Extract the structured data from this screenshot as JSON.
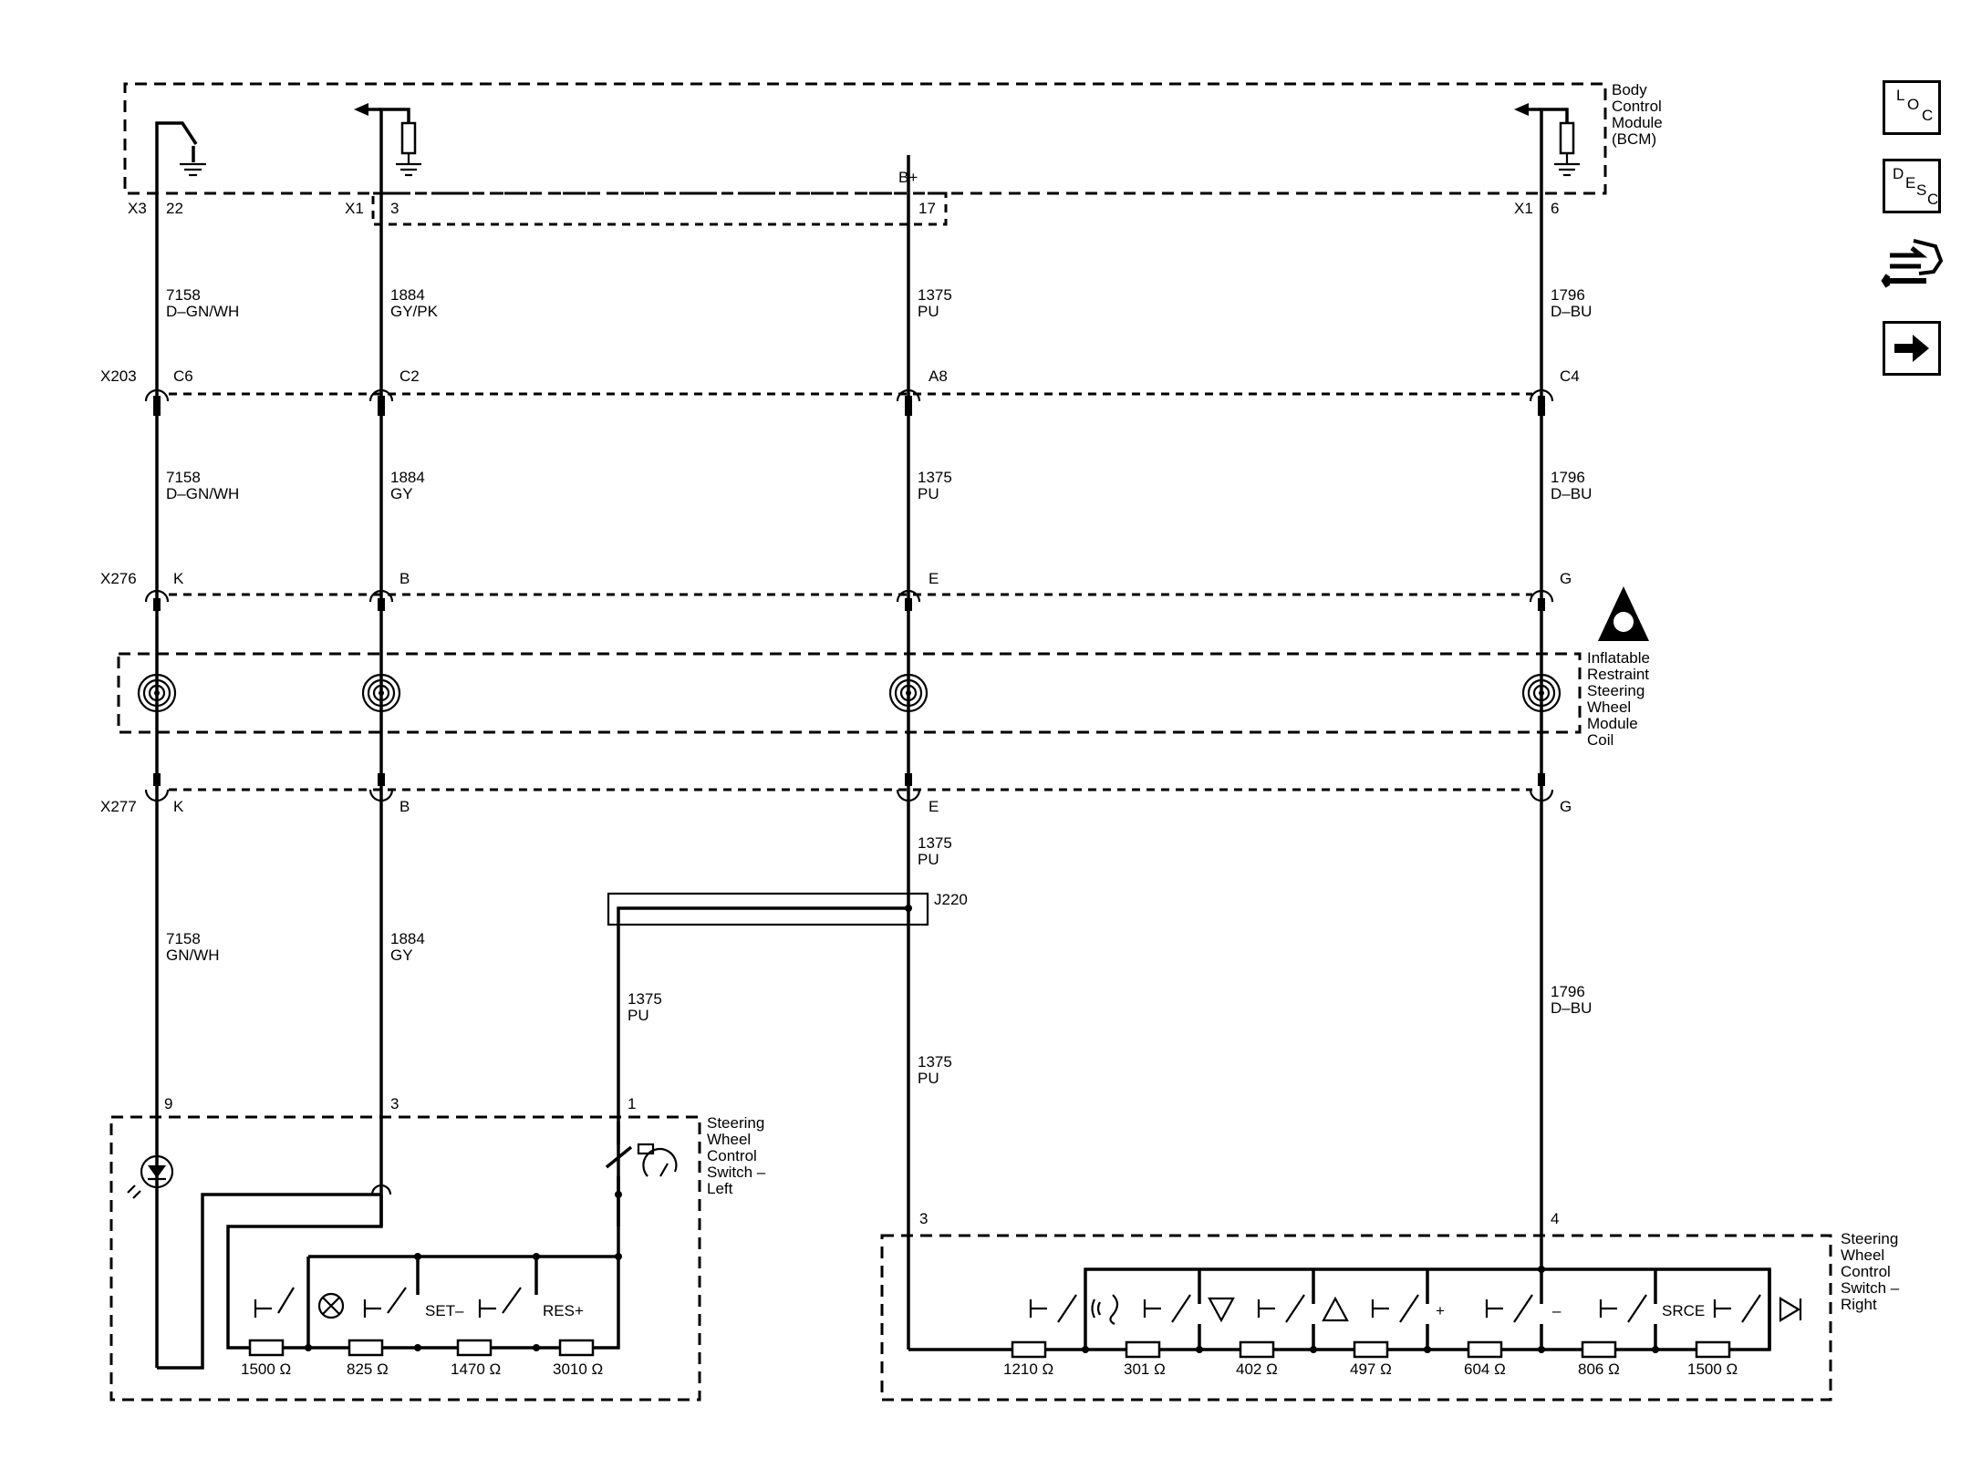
{
  "modules": {
    "bcm": [
      "Body",
      "Control",
      "Module",
      "(BCM)"
    ],
    "coil": [
      "Inflatable",
      "Restraint",
      "Steering",
      "Wheel",
      "Module",
      "Coil"
    ],
    "left_switch": [
      "Steering",
      "Wheel",
      "Control",
      "Switch –",
      "Left"
    ],
    "right_switch": [
      "Steering",
      "Wheel",
      "Control",
      "Switch –",
      "Right"
    ]
  },
  "bcm_pins": {
    "x3": "X3",
    "p22": "22",
    "x1a": "X1",
    "p3": "3",
    "bplus": "B+",
    "p17": "17",
    "x1b": "X1",
    "p6": "6"
  },
  "connectors": {
    "x203": {
      "name": "X203",
      "c6": "C6",
      "c2": "C2",
      "a8": "A8",
      "c4": "C4"
    },
    "x276": {
      "name": "X276",
      "k": "K",
      "b": "B",
      "e": "E",
      "g": "G"
    },
    "x277": {
      "name": "X277",
      "k": "K",
      "b": "B",
      "e": "E",
      "g": "G"
    }
  },
  "wires": {
    "w1a": {
      "circuit": "7158",
      "color": "D–GN/WH"
    },
    "w1b": {
      "circuit": "7158",
      "color": "D–GN/WH"
    },
    "w1c": {
      "circuit": "7158",
      "color": "GN/WH"
    },
    "w2a": {
      "circuit": "1884",
      "color": "GY/PK"
    },
    "w2b": {
      "circuit": "1884",
      "color": "GY"
    },
    "w2c": {
      "circuit": "1884",
      "color": "GY"
    },
    "w3a": {
      "circuit": "1375",
      "color": "PU"
    },
    "w3b": {
      "circuit": "1375",
      "color": "PU"
    },
    "w3c": {
      "circuit": "1375",
      "color": "PU"
    },
    "w3d": {
      "circuit": "1375",
      "color": "PU"
    },
    "w3e": {
      "circuit": "1375",
      "color": "PU"
    },
    "w4a": {
      "circuit": "1796",
      "color": "D–BU"
    },
    "w4b": {
      "circuit": "1796",
      "color": "D–BU"
    },
    "w4c": {
      "circuit": "1796",
      "color": "D–BU"
    }
  },
  "splice": "J220",
  "left_pins": {
    "p9": "9",
    "p3": "3",
    "p1": "1"
  },
  "right_pins": {
    "p3": "3",
    "p4": "4"
  },
  "left_buttons": {
    "set": "SET–",
    "res": "RES+"
  },
  "left_resistors": [
    "1500 Ω",
    "825 Ω",
    "1470 Ω",
    "3010 Ω"
  ],
  "right_buttons": {
    "plus": "+",
    "minus": "–",
    "srce": "SRCE"
  },
  "right_resistors": [
    "1210 Ω",
    "301 Ω",
    "402 Ω",
    "497 Ω",
    "604 Ω",
    "806 Ω",
    "1500 Ω"
  ],
  "side_icons": [
    "location-icon",
    "description-icon",
    "service-tool-icon",
    "next-arrow-icon"
  ]
}
